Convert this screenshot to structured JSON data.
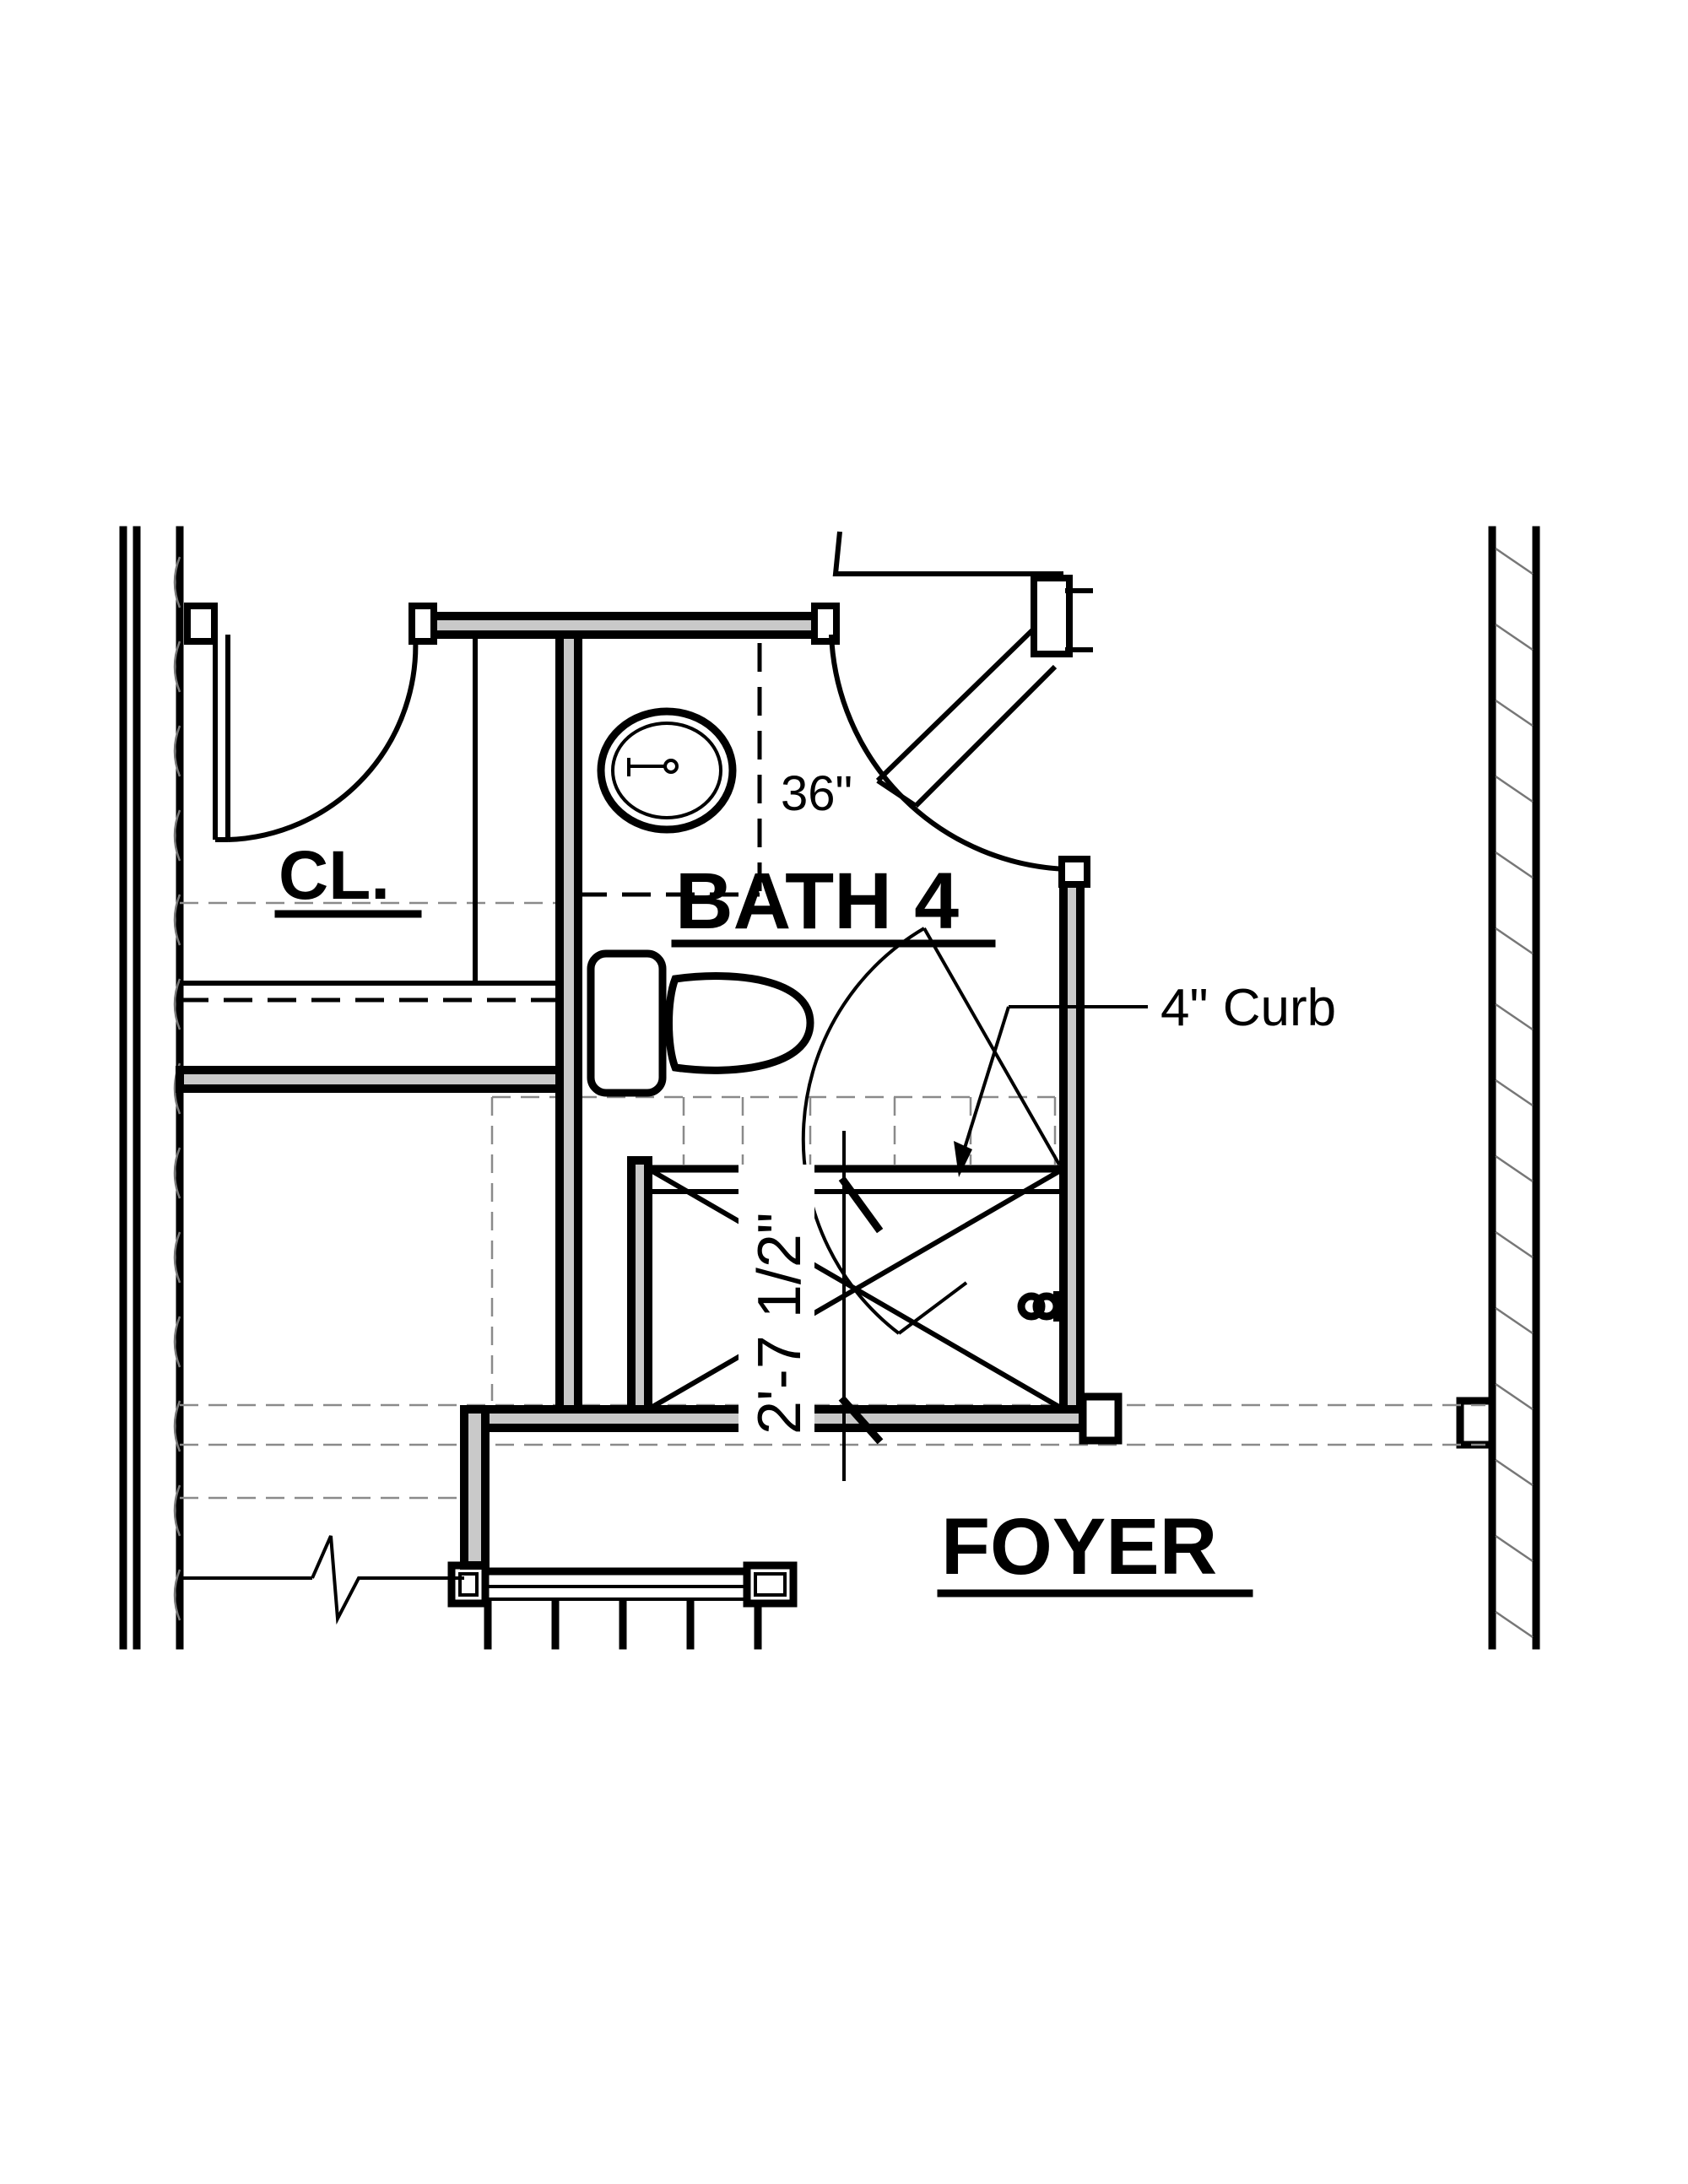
{
  "rooms": {
    "closet": "CL.",
    "bath": "BATH 4",
    "foyer": "FOYER"
  },
  "annotations": {
    "vanity_width": "36\"",
    "curb": "4\" Curb",
    "shower_dimension": "2'-7 1/2\""
  },
  "colors": {
    "wall_fill": "#c9c9c9",
    "line": "#000000",
    "dashed": "#8a8a8a"
  }
}
